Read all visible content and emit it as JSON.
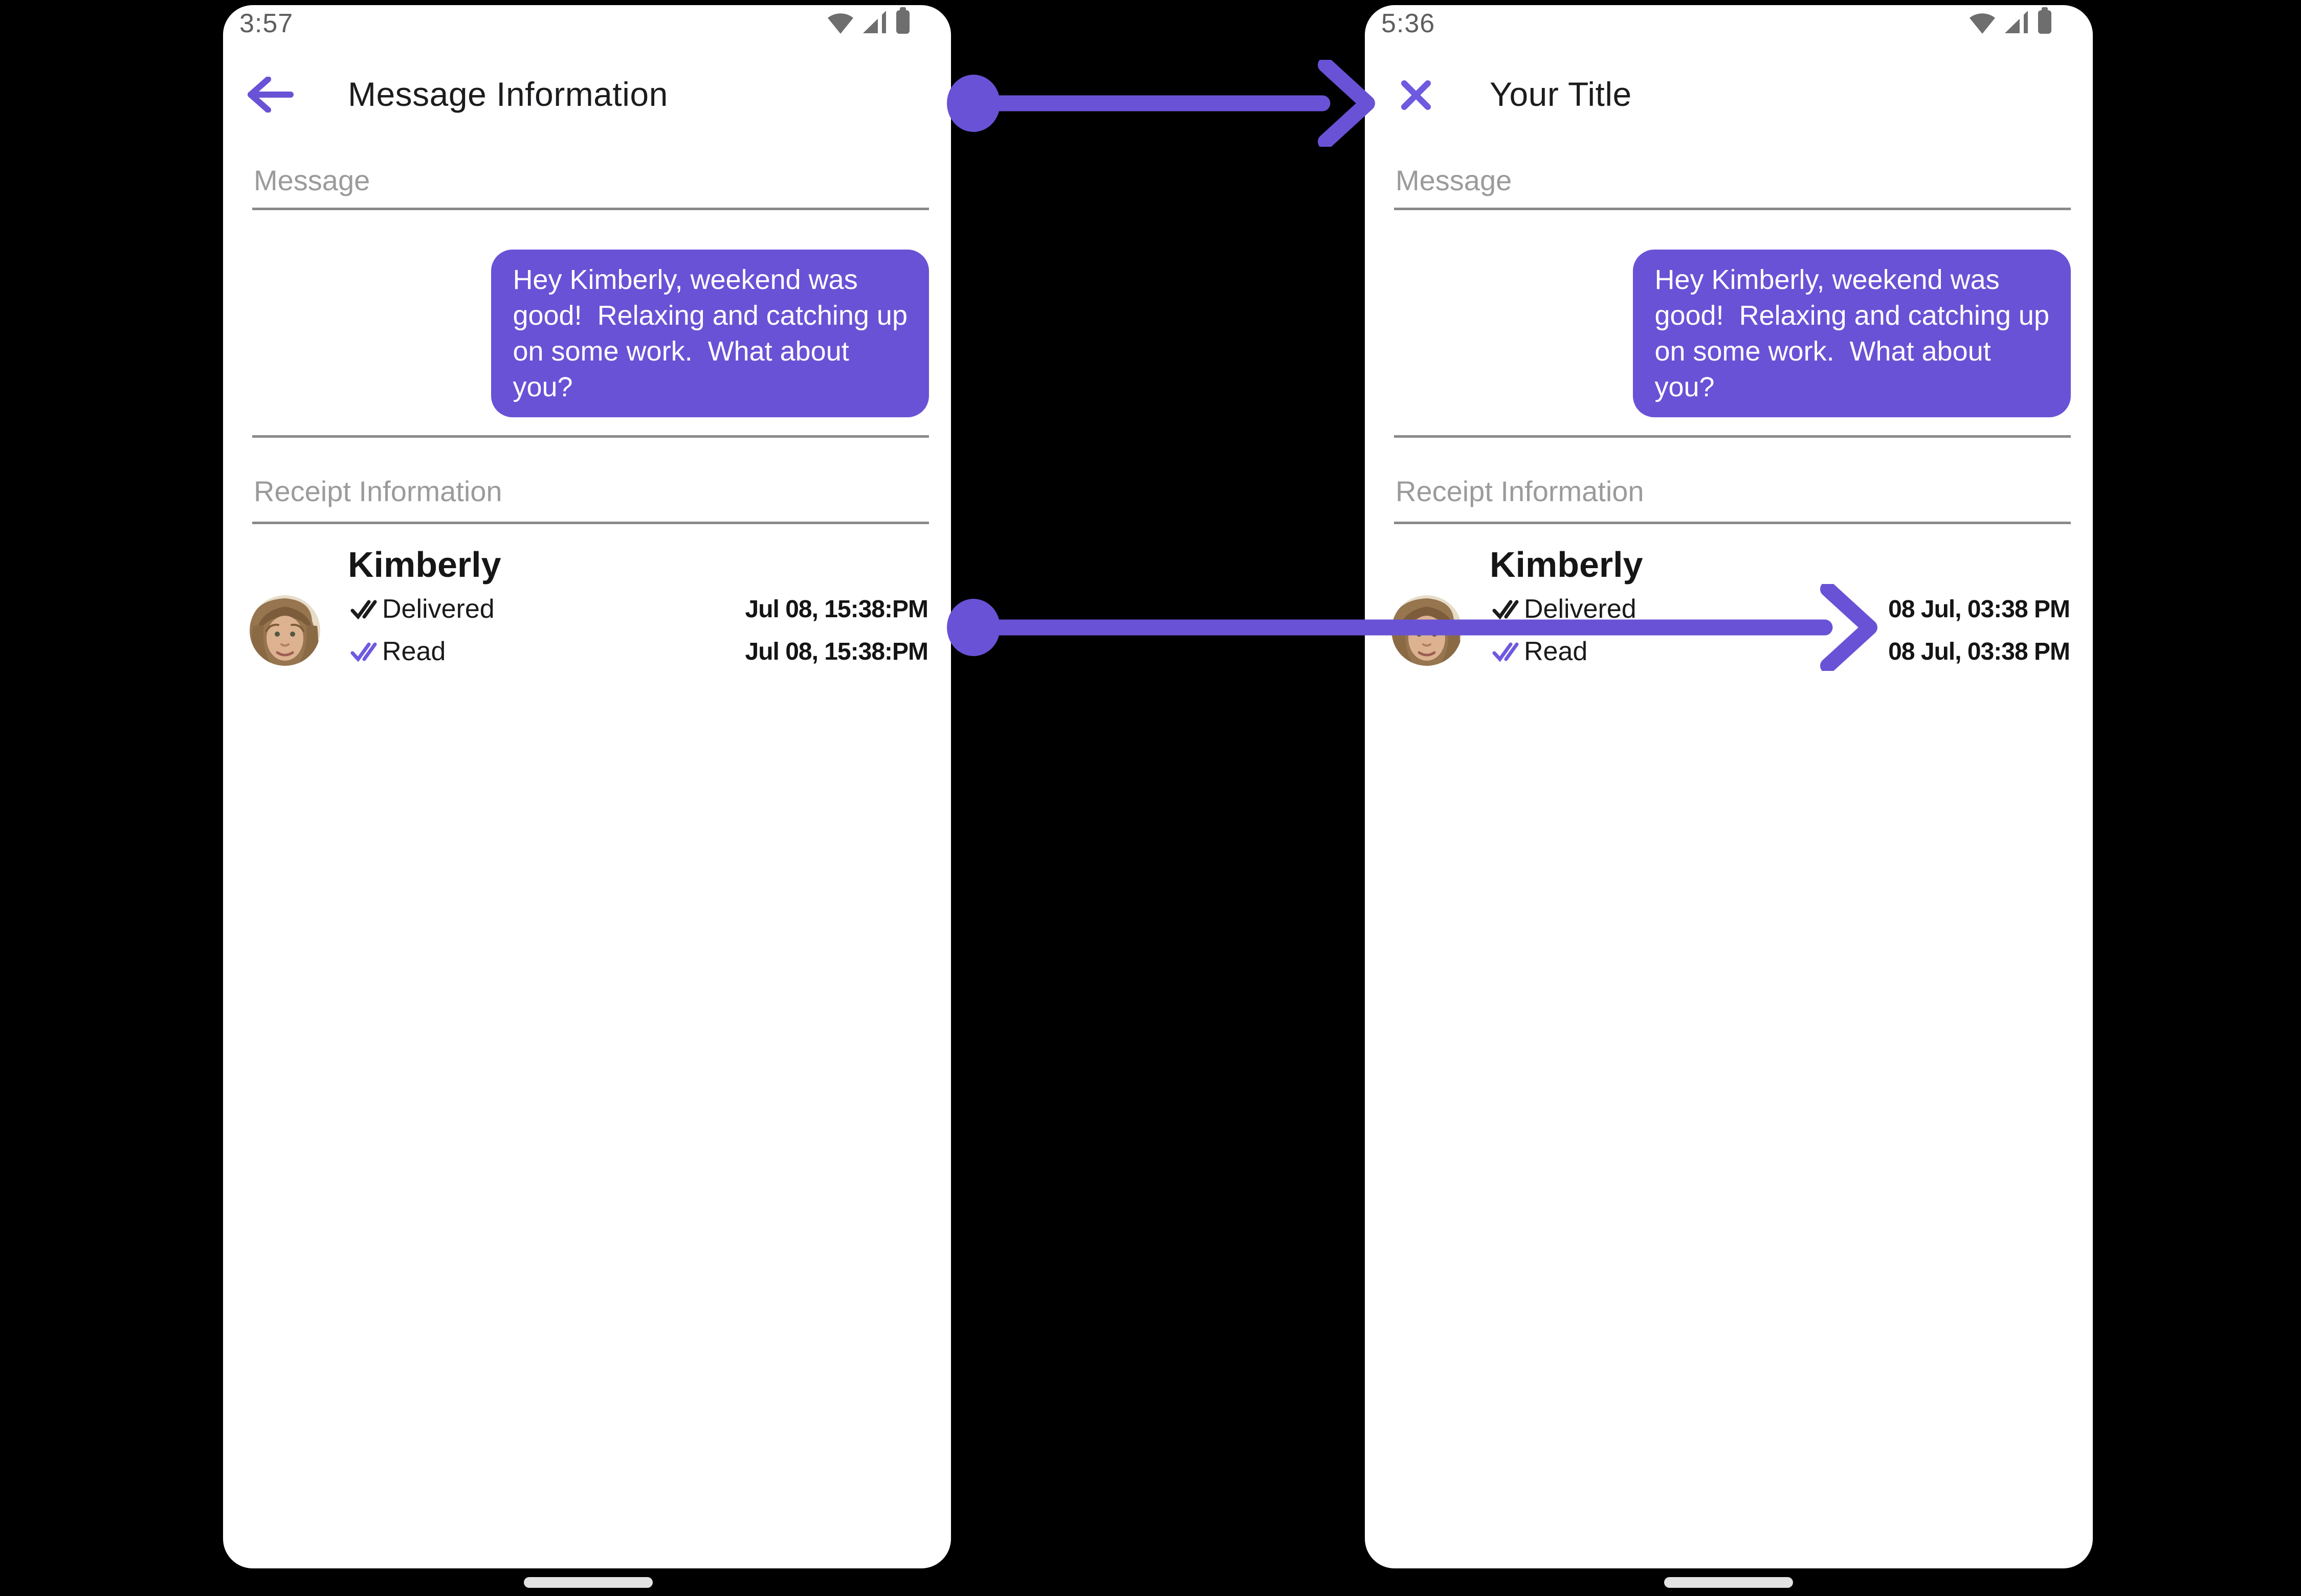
{
  "colors": {
    "accent_purple": "#6A52D6",
    "read_check_purple": "#6D5AE0",
    "background": "#000000",
    "phone_background": "#FFFFFF",
    "divider_gray": "#8A8A8A",
    "section_label_gray": "#9B9B9B",
    "status_bar_gray": "#5E5E5E",
    "status_icon_gray": "#6E6E6E",
    "title_text": "#1C1C1E",
    "bubble_text": "#FFFFFF",
    "home_pill_gray": "#E3E3E3"
  },
  "left_phone": {
    "status_bar": {
      "time": "3:57",
      "icons": [
        "wifi-icon",
        "signal-icon",
        "battery-icon"
      ]
    },
    "header": {
      "icon": "back-arrow-icon",
      "title": "Message Information"
    },
    "message_section": {
      "label": "Message",
      "bubble_text": "Hey Kimberly, weekend was\ngood!  Relaxing and catching up\non some work.  What about\nyou?"
    },
    "receipt_section": {
      "label": "Receipt Information",
      "name": "Kimberly",
      "avatar": "kimberly-avatar",
      "rows": [
        {
          "icon": "delivered-double-check-icon",
          "status": "Delivered",
          "timestamp": "Jul 08, 15:38:PM"
        },
        {
          "icon": "read-double-check-icon",
          "status": "Read",
          "timestamp": "Jul 08, 15:38:PM"
        }
      ]
    },
    "home_indicator": "gesture-pill"
  },
  "right_phone": {
    "status_bar": {
      "time": "5:36",
      "icons": [
        "wifi-icon",
        "signal-icon",
        "battery-icon"
      ]
    },
    "header": {
      "icon": "close-x-icon",
      "title": "Your Title"
    },
    "message_section": {
      "label": "Message",
      "bubble_text": "Hey Kimberly, weekend was\ngood!  Relaxing and catching up\non some work.  What about\nyou?"
    },
    "receipt_section": {
      "label": "Receipt Information",
      "name": "Kimberly",
      "avatar": "kimberly-avatar",
      "rows": [
        {
          "icon": "delivered-double-check-icon",
          "status": "Delivered",
          "timestamp": "08 Jul, 03:38 PM"
        },
        {
          "icon": "read-double-check-icon",
          "status": "Read",
          "timestamp": "08 Jul, 03:38 PM"
        }
      ]
    },
    "home_indicator": "gesture-pill"
  },
  "annotations": {
    "arrow_header": "points-from-left-header-to-right-header",
    "arrow_timestamp": "points-from-left-timestamps-to-right-timestamps"
  }
}
